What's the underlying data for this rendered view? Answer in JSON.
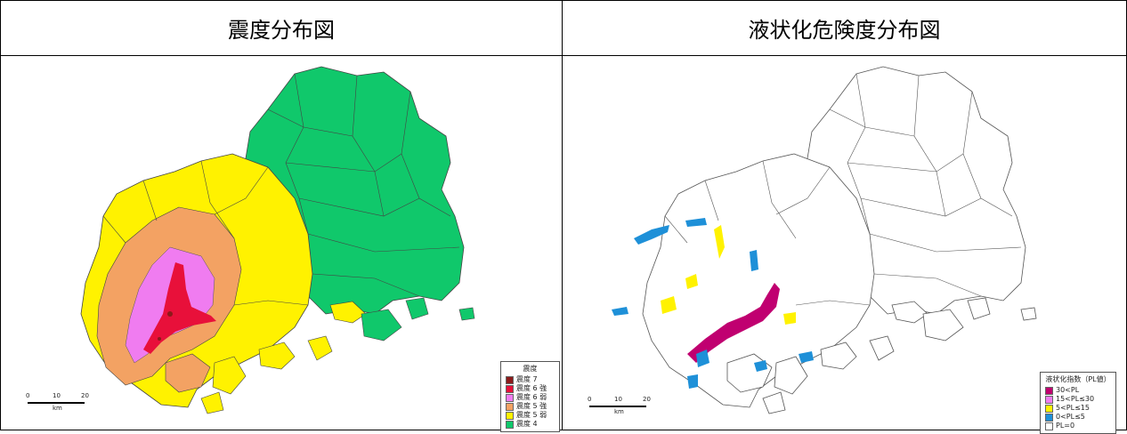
{
  "headers": {
    "left": "震度分布図",
    "right": "液状化危険度分布図"
  },
  "left_legend": {
    "title": "震度",
    "items": [
      {
        "label": "震度 7",
        "color": "#8B1A1A"
      },
      {
        "label": "震度 6 強",
        "color": "#E8103A"
      },
      {
        "label": "震度 6 弱",
        "color": "#F07CF0"
      },
      {
        "label": "震度 5 強",
        "color": "#F3A263"
      },
      {
        "label": "震度 5 弱",
        "color": "#FFF200"
      },
      {
        "label": "震度 4",
        "color": "#10C86B"
      }
    ]
  },
  "right_legend": {
    "title": "液状化指数（PL値）",
    "items": [
      {
        "label": "30<PL",
        "color": "#C00070"
      },
      {
        "label": "15<PL≤30",
        "color": "#F07CF0"
      },
      {
        "label": "5<PL≤15",
        "color": "#FFF200"
      },
      {
        "label": "0<PL≤5",
        "color": "#1E90D8"
      },
      {
        "label": "PL=0",
        "color": "#FFFFFF"
      }
    ]
  },
  "scale": {
    "ticks": [
      "0",
      "10",
      "20"
    ],
    "unit": "km"
  },
  "colors": {
    "border": "#000000",
    "outline": "#555555",
    "background": "#ffffff"
  }
}
